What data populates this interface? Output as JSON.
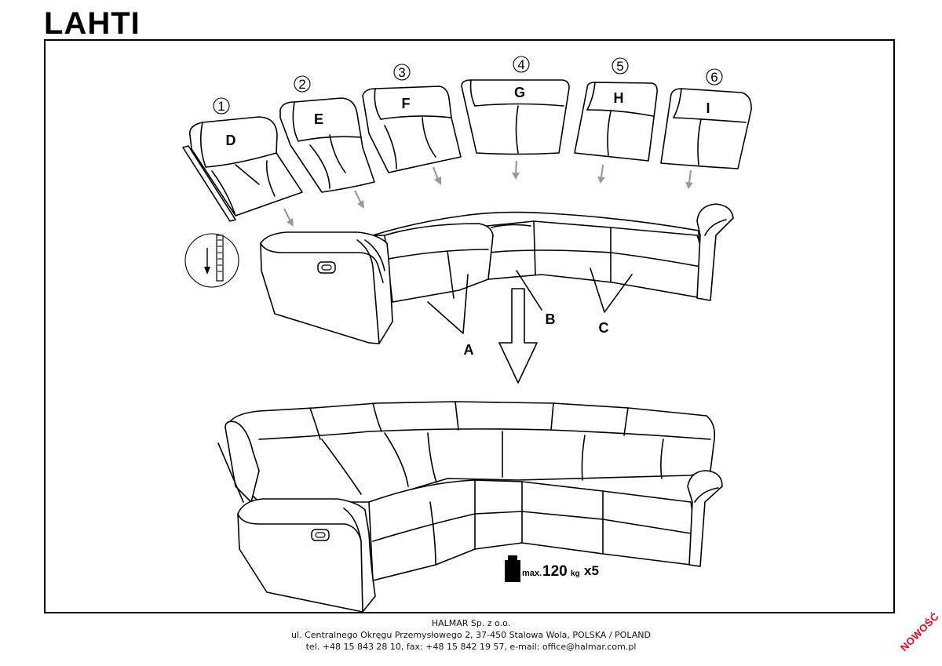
{
  "title": "LAHTI",
  "modules": [
    {
      "number": "1",
      "letter": "D"
    },
    {
      "number": "2",
      "letter": "E"
    },
    {
      "number": "3",
      "letter": "F"
    },
    {
      "number": "4",
      "letter": "G"
    },
    {
      "number": "5",
      "letter": "H"
    },
    {
      "number": "6",
      "letter": "I"
    }
  ],
  "connectors": [
    "A",
    "B",
    "C"
  ],
  "load": {
    "prefix": "max.",
    "value": "120",
    "unit": "kg",
    "multiplier": "x5"
  },
  "footer": {
    "company": "HALMAR Sp. z o.o.",
    "address": "ul. Centralnego Okręgu Przemysłowego 2, 37-450 Stalowa Wola, POLSKA / POLAND",
    "contact": "tel. +48 15 843 28 10, fax: +48 15 842 19 57, e-mail: office@halmar.com.pl"
  },
  "stamp": "NOWOŚĆ"
}
